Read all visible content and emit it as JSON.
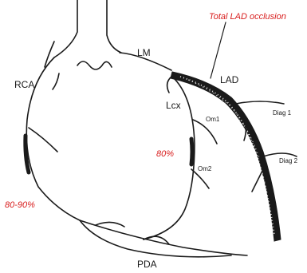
{
  "labels": {
    "lm": "LM",
    "rca": "RCA",
    "lad": "LAD",
    "lcx": "Lcx",
    "om1": "Om1",
    "om2": "Om2",
    "diag1": "Diag 1",
    "diag2": "Diag 2",
    "pda": "PDA"
  },
  "annotations": {
    "lad_occlusion": "Total LAD occlusion",
    "lcx_stenosis": "80%",
    "rca_stenosis": "80-90%"
  },
  "colors": {
    "annotation": "#d81e1e",
    "vessel": "#1a1a1a"
  }
}
